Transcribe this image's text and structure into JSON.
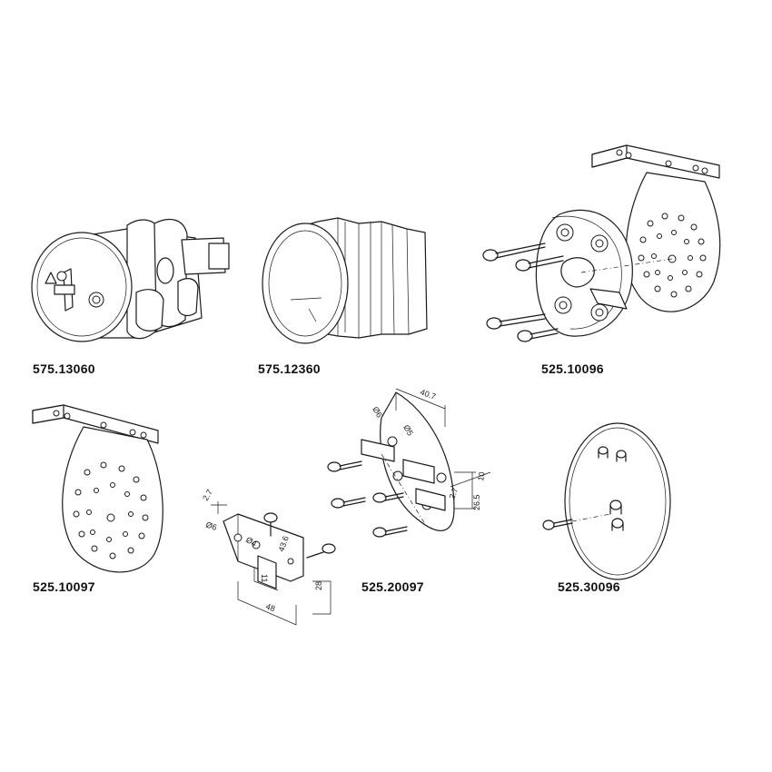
{
  "parts": [
    {
      "code": "575.13060"
    },
    {
      "code": "575.12360"
    },
    {
      "code": "525.10096"
    },
    {
      "code": "525.10097"
    },
    {
      "code": "525.20097"
    },
    {
      "code": "525.30096"
    }
  ],
  "dimensions": {
    "bracket_small": {
      "d1": "2.7",
      "d2": "Ø6",
      "d3": "Ø4",
      "d4": "11",
      "d5": "48",
      "d6": "28",
      "d7": "43.6"
    },
    "plate_mount": {
      "d1": "Ø6",
      "d2": "Ø5",
      "d3": "40.7",
      "d4": "10",
      "d5": "26.5",
      "d6": "2.7"
    }
  }
}
